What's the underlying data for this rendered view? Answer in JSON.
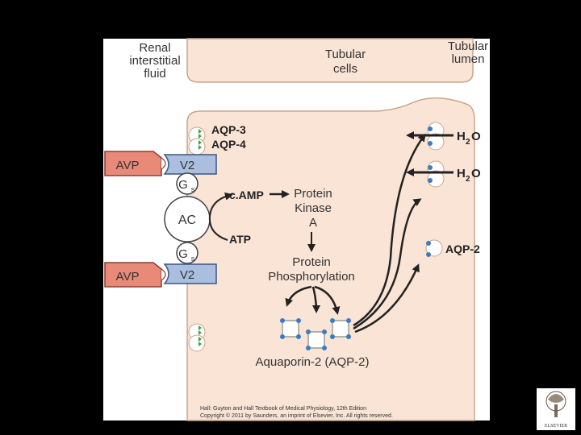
{
  "labels": {
    "renal_line1": "Renal",
    "renal_line2": "interstitial",
    "renal_line3": "fluid",
    "tubular_cells_line1": "Tubular",
    "tubular_cells_line2": "cells",
    "tubular_lumen_line1": "Tubular",
    "tubular_lumen_line2": "lumen",
    "aqp3": "AQP-3",
    "aqp4": "AQP-4",
    "avp": "AVP",
    "v2": "V2",
    "gs": "G",
    "gs_sub": "s",
    "ac": "AC",
    "camp": "c.AMP",
    "atp": "ATP",
    "pka_line1": "Protein",
    "pka_line2": "Kinase",
    "pka_line3": "A",
    "phos_line1": "Protein",
    "phos_line2": "Phosphorylation",
    "h2o": "H",
    "h2o_sub": "2",
    "h2o_o": "O",
    "aqp2": "AQP-2",
    "aquaporin": "Aquaporin-2 (AQP-2)"
  },
  "credit": {
    "line1": "Hall: Guyton and Hall Textbook of Medical Physiology, 12th Edition",
    "line2": "Copyright © 2011 by Saunders, an imprint of Elsevier, Inc. All rights reserved."
  },
  "logo_text": "ELSEVIER",
  "colors": {
    "background": "#000000",
    "panel": "#ffffff",
    "cell": "#f9e4d6",
    "cell_border": "#c9a58c",
    "avp": "#e98a79",
    "v2": "#aabfe0",
    "channel_blue": "#3a7dbf",
    "channel_green": "#3aa040"
  }
}
